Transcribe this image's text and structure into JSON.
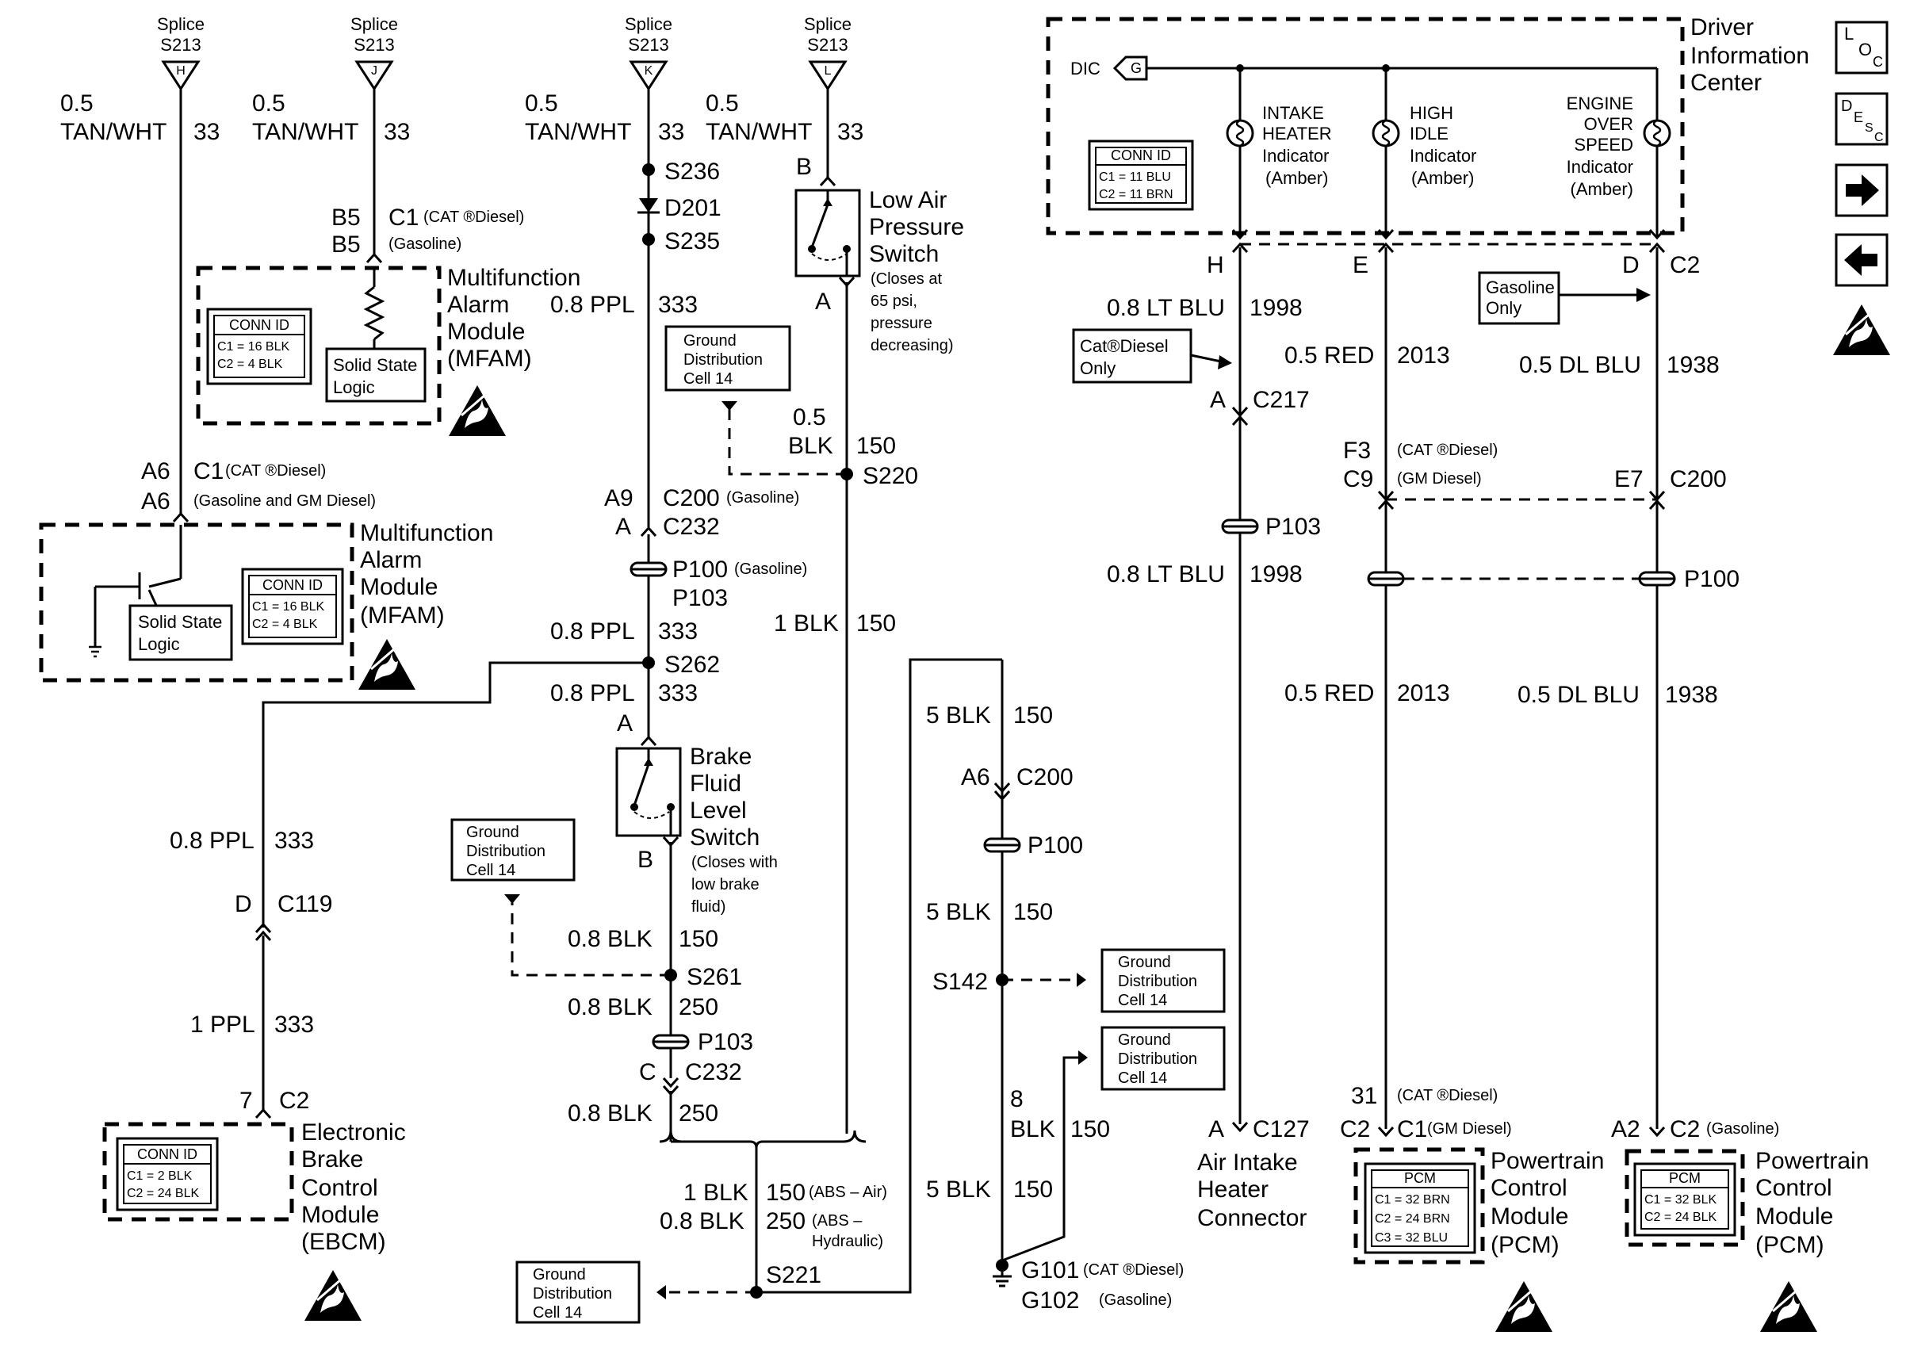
{
  "labels": {
    "splice": "Splice",
    "s213": "S213",
    "pin_h": "H",
    "pin_j": "J",
    "pin_k": "K",
    "pin_l": "L",
    "w05": "0.5",
    "tanwht": "TAN/WHT",
    "c33": "33",
    "b5": "B5",
    "c1": "C1",
    "cat_diesel_sup": "(CAT ®Diesel)",
    "gasoline_p": "(Gasoline)",
    "gas_gm_diesel_p": "(Gasoline and GM Diesel)",
    "mfam_title": [
      "Multifunction",
      "Alarm",
      "Module",
      "(MFAM)"
    ],
    "conn_id": "CONN ID",
    "c1_16blk": "C1 = 16 BLK",
    "c2_4blk": "C2 = 4 BLK",
    "solid_state": [
      "Solid State",
      "Logic"
    ],
    "a6": "A6",
    "w08ppl": "0.8 PPL",
    "c333": "333",
    "d_pin": "D",
    "c119": "C119",
    "w1ppl": "1 PPL",
    "seven": "7",
    "c2": "C2",
    "c1_2blk": "C1 = 2 BLK",
    "c2_24blk": "C2 = 24 BLK",
    "ebcm_title": [
      "Electronic",
      "Brake",
      "Control",
      "Module",
      "(EBCM)"
    ],
    "s236": "S236",
    "d201": "D201",
    "s235": "S235",
    "gdc": [
      "Ground",
      "Distribution",
      "Cell 14"
    ],
    "a9": "A9",
    "c200": "C200",
    "a_pin": "A",
    "c232": "C232",
    "p100": "P100",
    "p103": "P103",
    "s262": "S262",
    "brake_switch": [
      "Brake",
      "Fluid",
      "Level",
      "Switch"
    ],
    "brake_note": [
      "(Closes with",
      "low brake",
      "fluid)"
    ],
    "b_pin": "B",
    "w08blk": "0.8 BLK",
    "c150": "150",
    "s261": "S261",
    "c250": "250",
    "c_pin": "C",
    "w1blk": "1 BLK",
    "abs_air": "(ABS – Air)",
    "abs_hyd": [
      "(ABS –",
      "Hydraulic)"
    ],
    "s221": "S221",
    "lap_switch": [
      "Low Air",
      "Pressure",
      "Switch"
    ],
    "lap_note": [
      "(Closes at",
      "65 psi,",
      "pressure",
      "decreasing)"
    ],
    "blk": "BLK",
    "s220": "S220",
    "w5blk": "5 BLK",
    "s142": "S142",
    "eight": "8",
    "g101": "G101",
    "g102": "G102",
    "dic_title": [
      "Driver",
      "Information",
      "Center"
    ],
    "dic": "DIC",
    "g_pin": "G",
    "intake_ind": [
      "INTAKE",
      "HEATER",
      "Indicator",
      "(Amber)"
    ],
    "high_ind": [
      "HIGH",
      "IDLE",
      "Indicator",
      "(Amber)"
    ],
    "eng_ind": [
      "ENGINE",
      "OVER",
      "SPEED",
      "Indicator",
      "(Amber)"
    ],
    "c1_11blu": "C1 = 11 BLU",
    "c2_11brn": "C2 = 11 BRN",
    "h_pin": "H",
    "e_pin": "E",
    "w08ltblu": "0.8 LT BLU",
    "c1998": "1998",
    "cat_diesel_only": [
      "Cat®Diesel",
      "Only"
    ],
    "gasoline_only": [
      "Gasoline",
      "Only"
    ],
    "c217": "C217",
    "w05red": "0.5 RED",
    "c2013": "2013",
    "w05dlblu": "0.5 DL BLU",
    "c1938": "1938",
    "f3": "F3",
    "c9": "C9",
    "gm_diesel_p": "(GM Diesel)",
    "e7": "E7",
    "c127": "C127",
    "air_intake": [
      "Air Intake",
      "Heater",
      "Connector"
    ],
    "thirtyone": "31",
    "a2": "A2",
    "pcm": "PCM",
    "pcm3": [
      "C1 = 32 BRN",
      "C2 = 24 BRN",
      "C3 = 32 BLU"
    ],
    "pcm2": [
      "C1 = 32 BLK",
      "C2 = 24 BLK"
    ],
    "pcm_title": [
      "Powertrain",
      "Control",
      "Module",
      "(PCM)"
    ]
  },
  "side_icons": [
    {
      "name": "loc-icon",
      "label": "LOC"
    },
    {
      "name": "desc-icon",
      "label": "DESC"
    },
    {
      "name": "next-arrow-icon",
      "label": "next"
    },
    {
      "name": "prev-arrow-icon",
      "label": "previous"
    },
    {
      "name": "esd-icon",
      "label": "esd"
    }
  ]
}
